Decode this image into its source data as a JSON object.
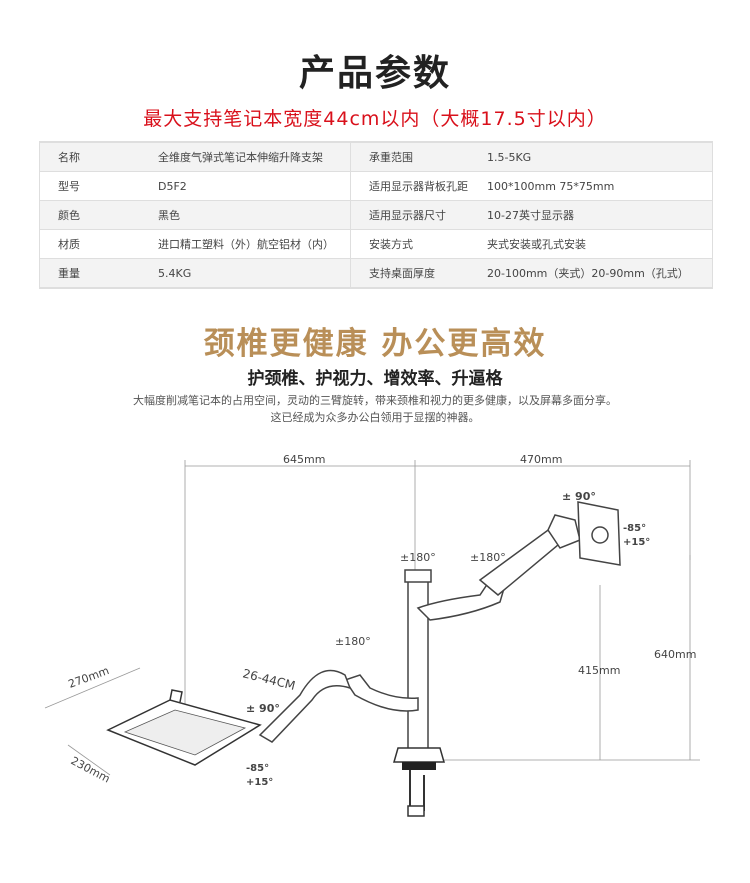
{
  "header": {
    "title": "产品参数",
    "subtitle": "最大支持笔记本宽度44cm以内（大概17.5寸以内）"
  },
  "specs": [
    {
      "k1": "名称",
      "v1": "全维度气弹式笔记本伸缩升降支架",
      "k2": "承重范围",
      "v2": "1.5-5KG"
    },
    {
      "k1": "型号",
      "v1": "D5F2",
      "k2": "适用显示器背板孔距",
      "v2": "100*100mm    75*75mm"
    },
    {
      "k1": "颜色",
      "v1": "黑色",
      "k2": "适用显示器尺寸",
      "v2": "10-27英寸显示器"
    },
    {
      "k1": "材质",
      "v1": "进口精工塑料（外）航空铝材（内）",
      "k2": "安装方式",
      "v2": "夹式安装或孔式安装"
    },
    {
      "k1": "重量",
      "v1": "5.4KG",
      "k2": "支持桌面厚度",
      "v2": "20-100mm（夹式）20-90mm（孔式）"
    }
  ],
  "feature": {
    "slogan": "颈椎更健康 办公更高效",
    "slogan2": "护颈椎、护视力、增效率、升逼格",
    "desc1": "大幅度削减笔记本的占用空间，灵动的三臂旋转，带来颈椎和视力的更多健康，以及屏幕多面分享。",
    "desc2": "这已经成为众多办公白领用于显摆的神器。"
  },
  "diagram": {
    "dim_left": "645mm",
    "dim_right": "470mm",
    "dim_height1": "415mm",
    "dim_height2": "640mm",
    "tray_depth": "270mm",
    "tray_width": "230mm",
    "laptop_range": "26-44CM",
    "rot_monitor": "± 90°",
    "rot_top1": "±180°",
    "rot_top2": "±180°",
    "rot_lower": "±180°",
    "rot_tray": "± 90°",
    "tilt_monitor_up": "-85°",
    "tilt_monitor_down": "+15°",
    "tilt_tray_up": "-85°",
    "tilt_tray_down": "+15°"
  }
}
